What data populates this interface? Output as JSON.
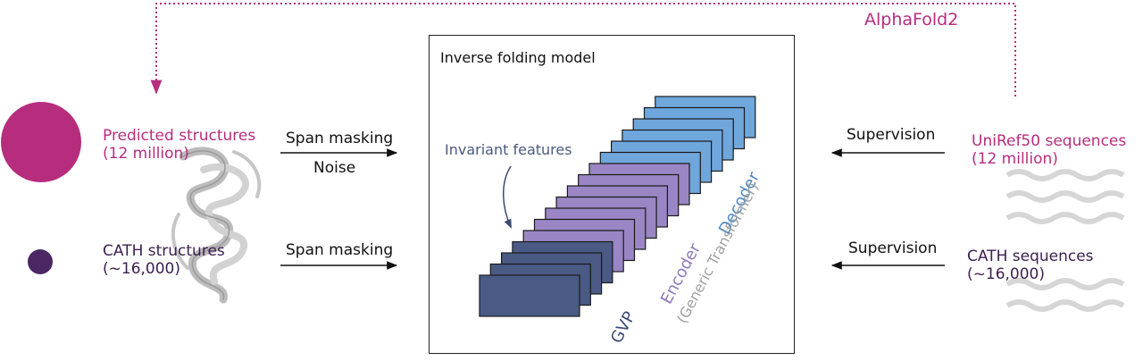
{
  "alphafold_label": "AlphaFold2",
  "model_title": "Inverse folding model",
  "invariant_features_label": "Invariant features",
  "left": {
    "predicted": {
      "line1": "Predicted structures",
      "line2": "(12 million)"
    },
    "cath": {
      "line1": "CATH structures",
      "line2": "(~16,000)"
    }
  },
  "arrows_left": {
    "top_label": "Span masking",
    "top_sub": "Noise",
    "bottom_label": "Span masking"
  },
  "arrows_right": {
    "top_label": "Supervision",
    "bottom_label": "Supervision"
  },
  "right": {
    "uniref": {
      "line1": "UniRef50 sequences",
      "line2": "(12 million)"
    },
    "cath": {
      "line1": "CATH sequences",
      "line2": "(~16,000)"
    }
  },
  "stack_labels": {
    "gvp": "GVP",
    "encoder": "Encoder",
    "decoder": "Decoder",
    "generic": "(Generic Transformer)"
  },
  "colors": {
    "magenta": "#b72d7d",
    "dark_purple": "#4b2763",
    "gvp_layer": "#4a5a85",
    "encoder_layer": "#9a86c4",
    "decoder_layer": "#6fa7dc"
  }
}
